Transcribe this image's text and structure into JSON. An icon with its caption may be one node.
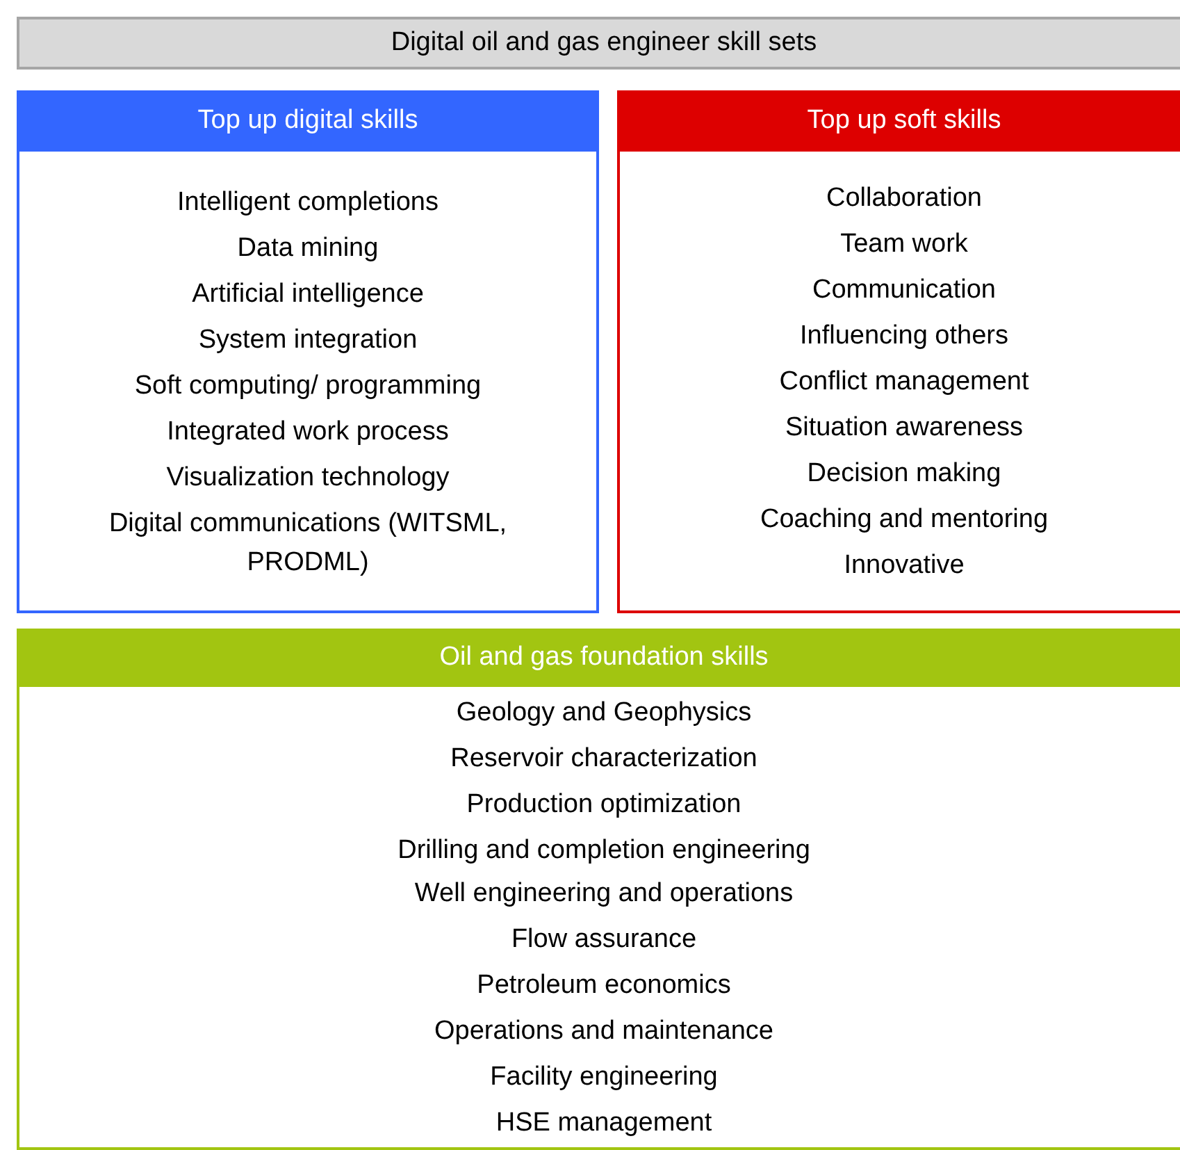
{
  "diagram": {
    "nodes": [
      {
        "text": [
          "Digital oil and gas engineer skill sets"
        ]
      },
      {
        "text": [
          "Top up digital skills",
          "Intelligent completions",
          "Data mining",
          "Artificial intelligence",
          "System integration",
          "Soft computing/ programming",
          "Integrated work process",
          "Visualization technology",
          "Digital communications (WITSML, PRODML)"
        ]
      },
      {
        "text": [
          "Top up soft skills",
          "Collaboration",
          "Team work",
          "Communication",
          "Influencing others",
          "Conflict management",
          "Situation awareness",
          "Decision making",
          "Coaching and mentoring",
          "Innovative"
        ]
      },
      {
        "text": [
          "Oil and gas foundation skills",
          "Geology and Geophysics",
          "Reservoir characterization",
          "Production optimization",
          "Drilling and completion engineering",
          "Well engineering and operations",
          "Flow assurance",
          "Petroleum economics",
          "Operations and maintenance",
          "Facility engineering",
          "HSE management"
        ]
      }
    ]
  }
}
